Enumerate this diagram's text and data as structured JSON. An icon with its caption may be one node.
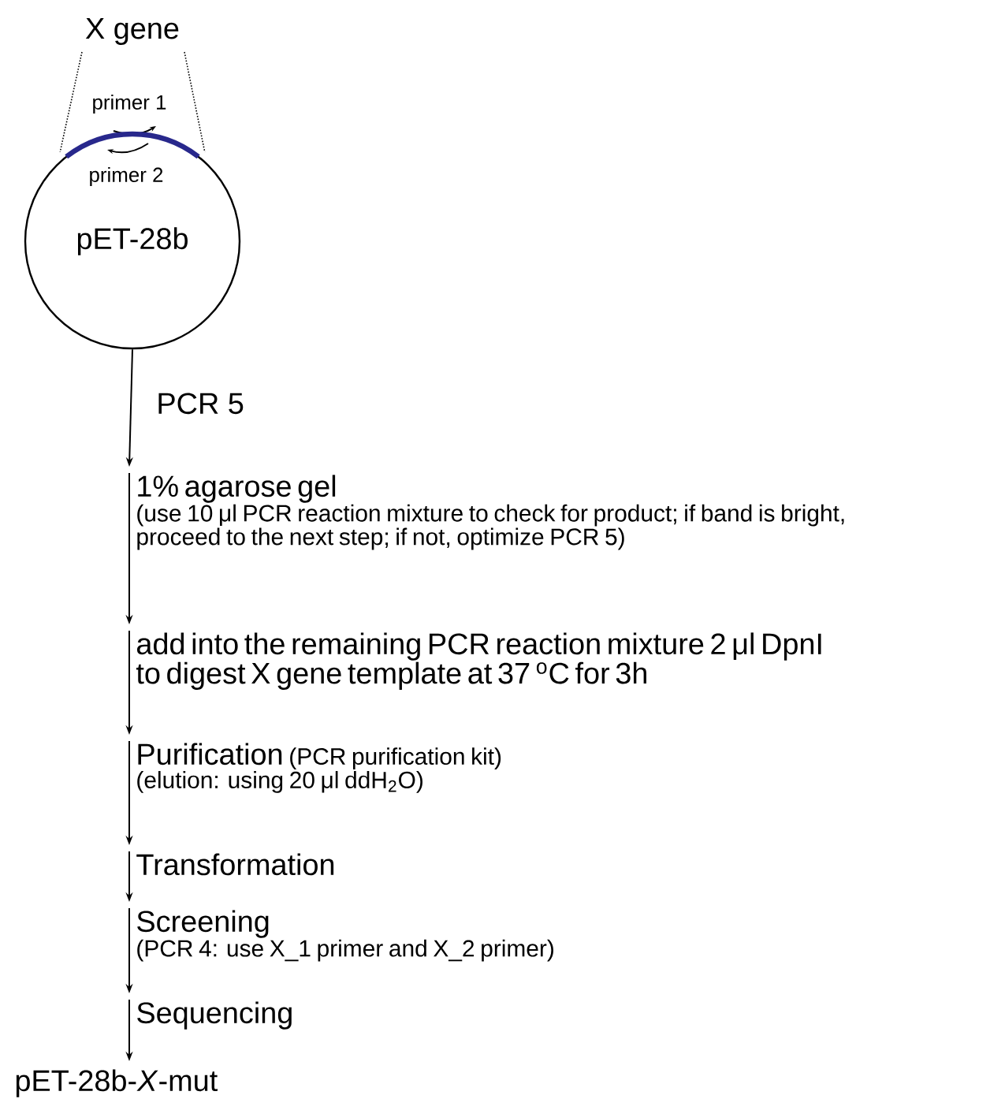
{
  "diagram": {
    "nodes": [
      {
        "text": [
          "pET-28b"
        ]
      },
      {
        "text": [
          "1% agarose gel",
          "(use 10 μl PCR reaction mixture to check for product; if band is bright, proceed to the next step; if not, optimize PCR 5)"
        ]
      },
      {
        "text": [
          "add into the remaining PCR reaction mixture 2 μl DpnI to digest X gene template at 37 $^{o}$C for 3h"
        ]
      },
      {
        "text": [
          "Purification",
          "(PCR purification kit)",
          "(elution: using 20 μl ddH$_{2}$O)"
        ]
      },
      {
        "text": [
          "Transformation"
        ]
      },
      {
        "text": [
          "Screening",
          "(PCR 4: use X_1 primer and X_2 primer)"
        ]
      },
      {
        "text": [
          "Sequencing"
        ]
      },
      {
        "text": [
          "pET-28b-*X*-mut"
        ]
      }
    ],
    "edges": [
      {
        "from": 0,
        "to": 1,
        "arrow": "to",
        "label": "PCR 5"
      },
      {
        "from": 1,
        "to": 2,
        "arrow": "to"
      },
      {
        "from": 2,
        "to": 3,
        "arrow": "to"
      },
      {
        "from": 3,
        "to": 4,
        "arrow": "to"
      },
      {
        "from": 4,
        "to": 5,
        "arrow": "to"
      },
      {
        "from": 5,
        "to": 6,
        "arrow": "to"
      },
      {
        "from": 6,
        "to": 7,
        "arrow": "to"
      }
    ],
    "labels": [
      "X gene",
      "primer 1",
      "primer 2"
    ]
  }
}
